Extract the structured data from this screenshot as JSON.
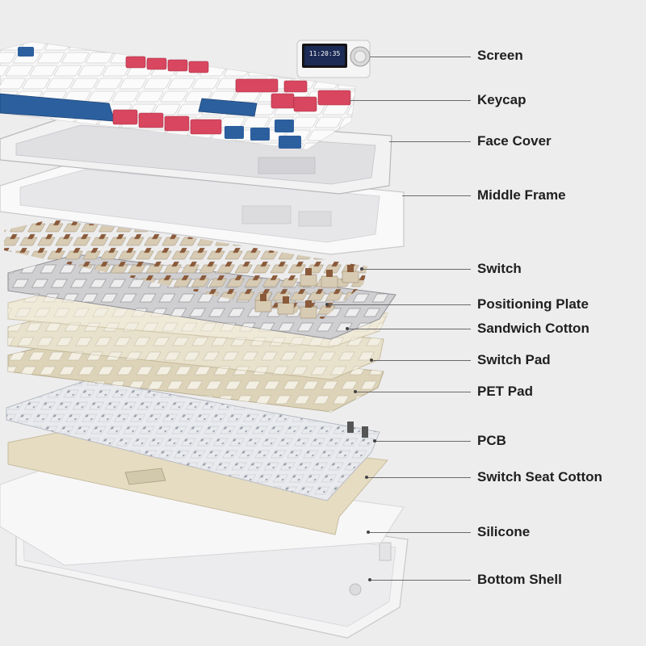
{
  "diagram": {
    "screen_time": "11:20:35",
    "labels": [
      {
        "id": "screen",
        "text": "Screen"
      },
      {
        "id": "keycap",
        "text": "Keycap"
      },
      {
        "id": "face-cover",
        "text": "Face Cover"
      },
      {
        "id": "middle-frame",
        "text": "Middle Frame"
      },
      {
        "id": "switch",
        "text": "Switch"
      },
      {
        "id": "positioning-plate",
        "text": "Positioning Plate"
      },
      {
        "id": "sandwich-cotton",
        "text": "Sandwich Cotton"
      },
      {
        "id": "switch-pad",
        "text": "Switch Pad"
      },
      {
        "id": "pet-pad",
        "text": "PET Pad"
      },
      {
        "id": "pcb",
        "text": "PCB"
      },
      {
        "id": "switch-seat-cotton",
        "text": "Switch Seat Cotton"
      },
      {
        "id": "silicone",
        "text": "Silicone"
      },
      {
        "id": "bottom-shell",
        "text": "Bottom Shell"
      }
    ]
  },
  "colors": {
    "background": "#ededee",
    "keycap_white": "#f7f7f7",
    "keycap_red": "#d8465f",
    "keycap_blue": "#2c5f9e",
    "switch_brown": "#8a5a3a",
    "switch_housing": "#d8cbb4",
    "plate_grey": "#c8c8ca",
    "cotton_cream": "#e6dcc2",
    "pcb_white": "#e9eaee",
    "label_text": "#1f1f1f",
    "leader_line": "#6a6a6a"
  }
}
